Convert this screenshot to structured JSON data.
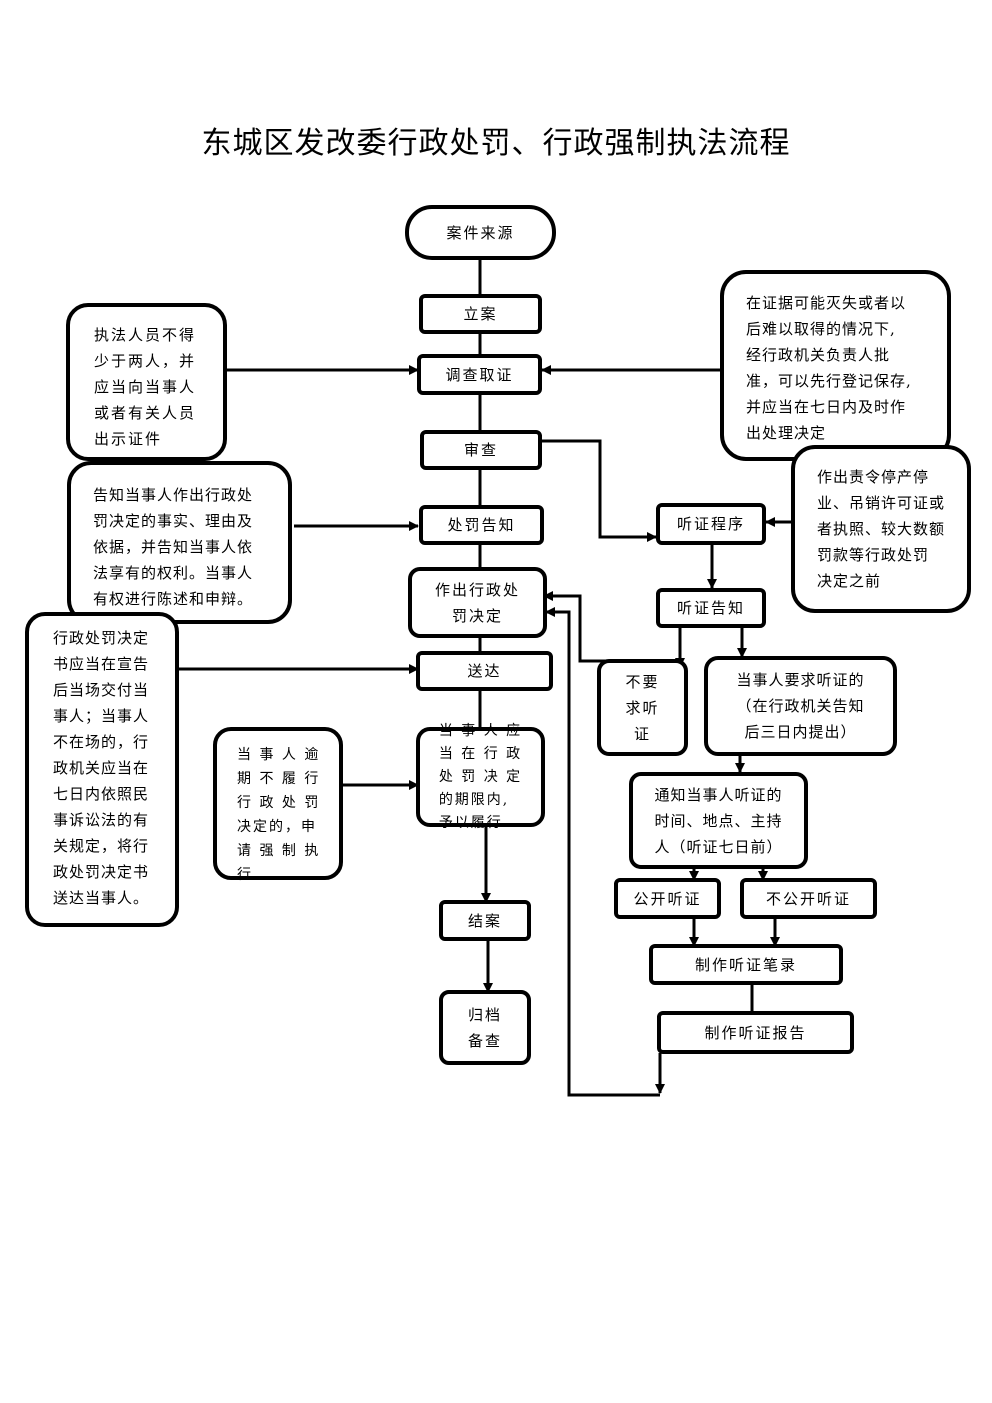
{
  "title": "东城区发改委行政处罚、行政强制执法流程",
  "main_flow": {
    "case_source": "案件来源",
    "file_case": "立案",
    "investigate": "调查取证",
    "review": "审查",
    "penalty_notice": "处罚告知",
    "penalty_decision": "作出行政处\n罚决定",
    "delivery": "送达",
    "fulfill": "当 事 人 应\n当 在 行 政\n处 罚 决 定\n的期限内,\n予以履行",
    "close_case": "结案",
    "archive": "归档\n备查"
  },
  "hearing_flow": {
    "hearing_procedure": "听证程序",
    "hearing_notice": "听证告知",
    "no_hearing": "不要\n求听\n证",
    "request_hearing": "当事人要求听证的\n（在行政机关告知\n后三日内提出）",
    "notify_hearing": "通知当事人听证的\n时间、地点、主持\n人（听证七日前）",
    "public_hearing": "公开听证",
    "non_public_hearing": "不公开听证",
    "hearing_record": "制作听证笔录",
    "hearing_report": "制作听证报告"
  },
  "notes": {
    "officers": "执法人员不得\n少于两人，并\n应当向当事人\n或者有关人员\n出示证件",
    "evidence_preservation": "在证据可能灭失或者以\n后难以取得的情况下,\n经行政机关负责人批\n准，可以先行登记保存,\n并应当在七日内及时作\n出处理决定",
    "inform_rights": "告知当事人作出行政处\n罚决定的事实、理由及\n依据，并告知当事人依\n法享有的权利。当事人\n有权进行陈述和申辩。",
    "hearing_scope": "作出责令停产停\n业、吊销许可证或\n者执照、较大数额\n罚款等行政处罚\n决定之前",
    "delivery_rule": "行政处罚决定\n书应当在宣告\n后当场交付当\n事人；当事人\n不在场的，行\n政机关应当在\n七日内依照民\n事诉讼法的有\n关规定，将行\n政处罚决定书\n送达当事人。",
    "enforcement": "当 事 人 逾\n期 不 履 行\n行 政 处 罚\n决定的，申\n请 强 制 执\n行"
  }
}
